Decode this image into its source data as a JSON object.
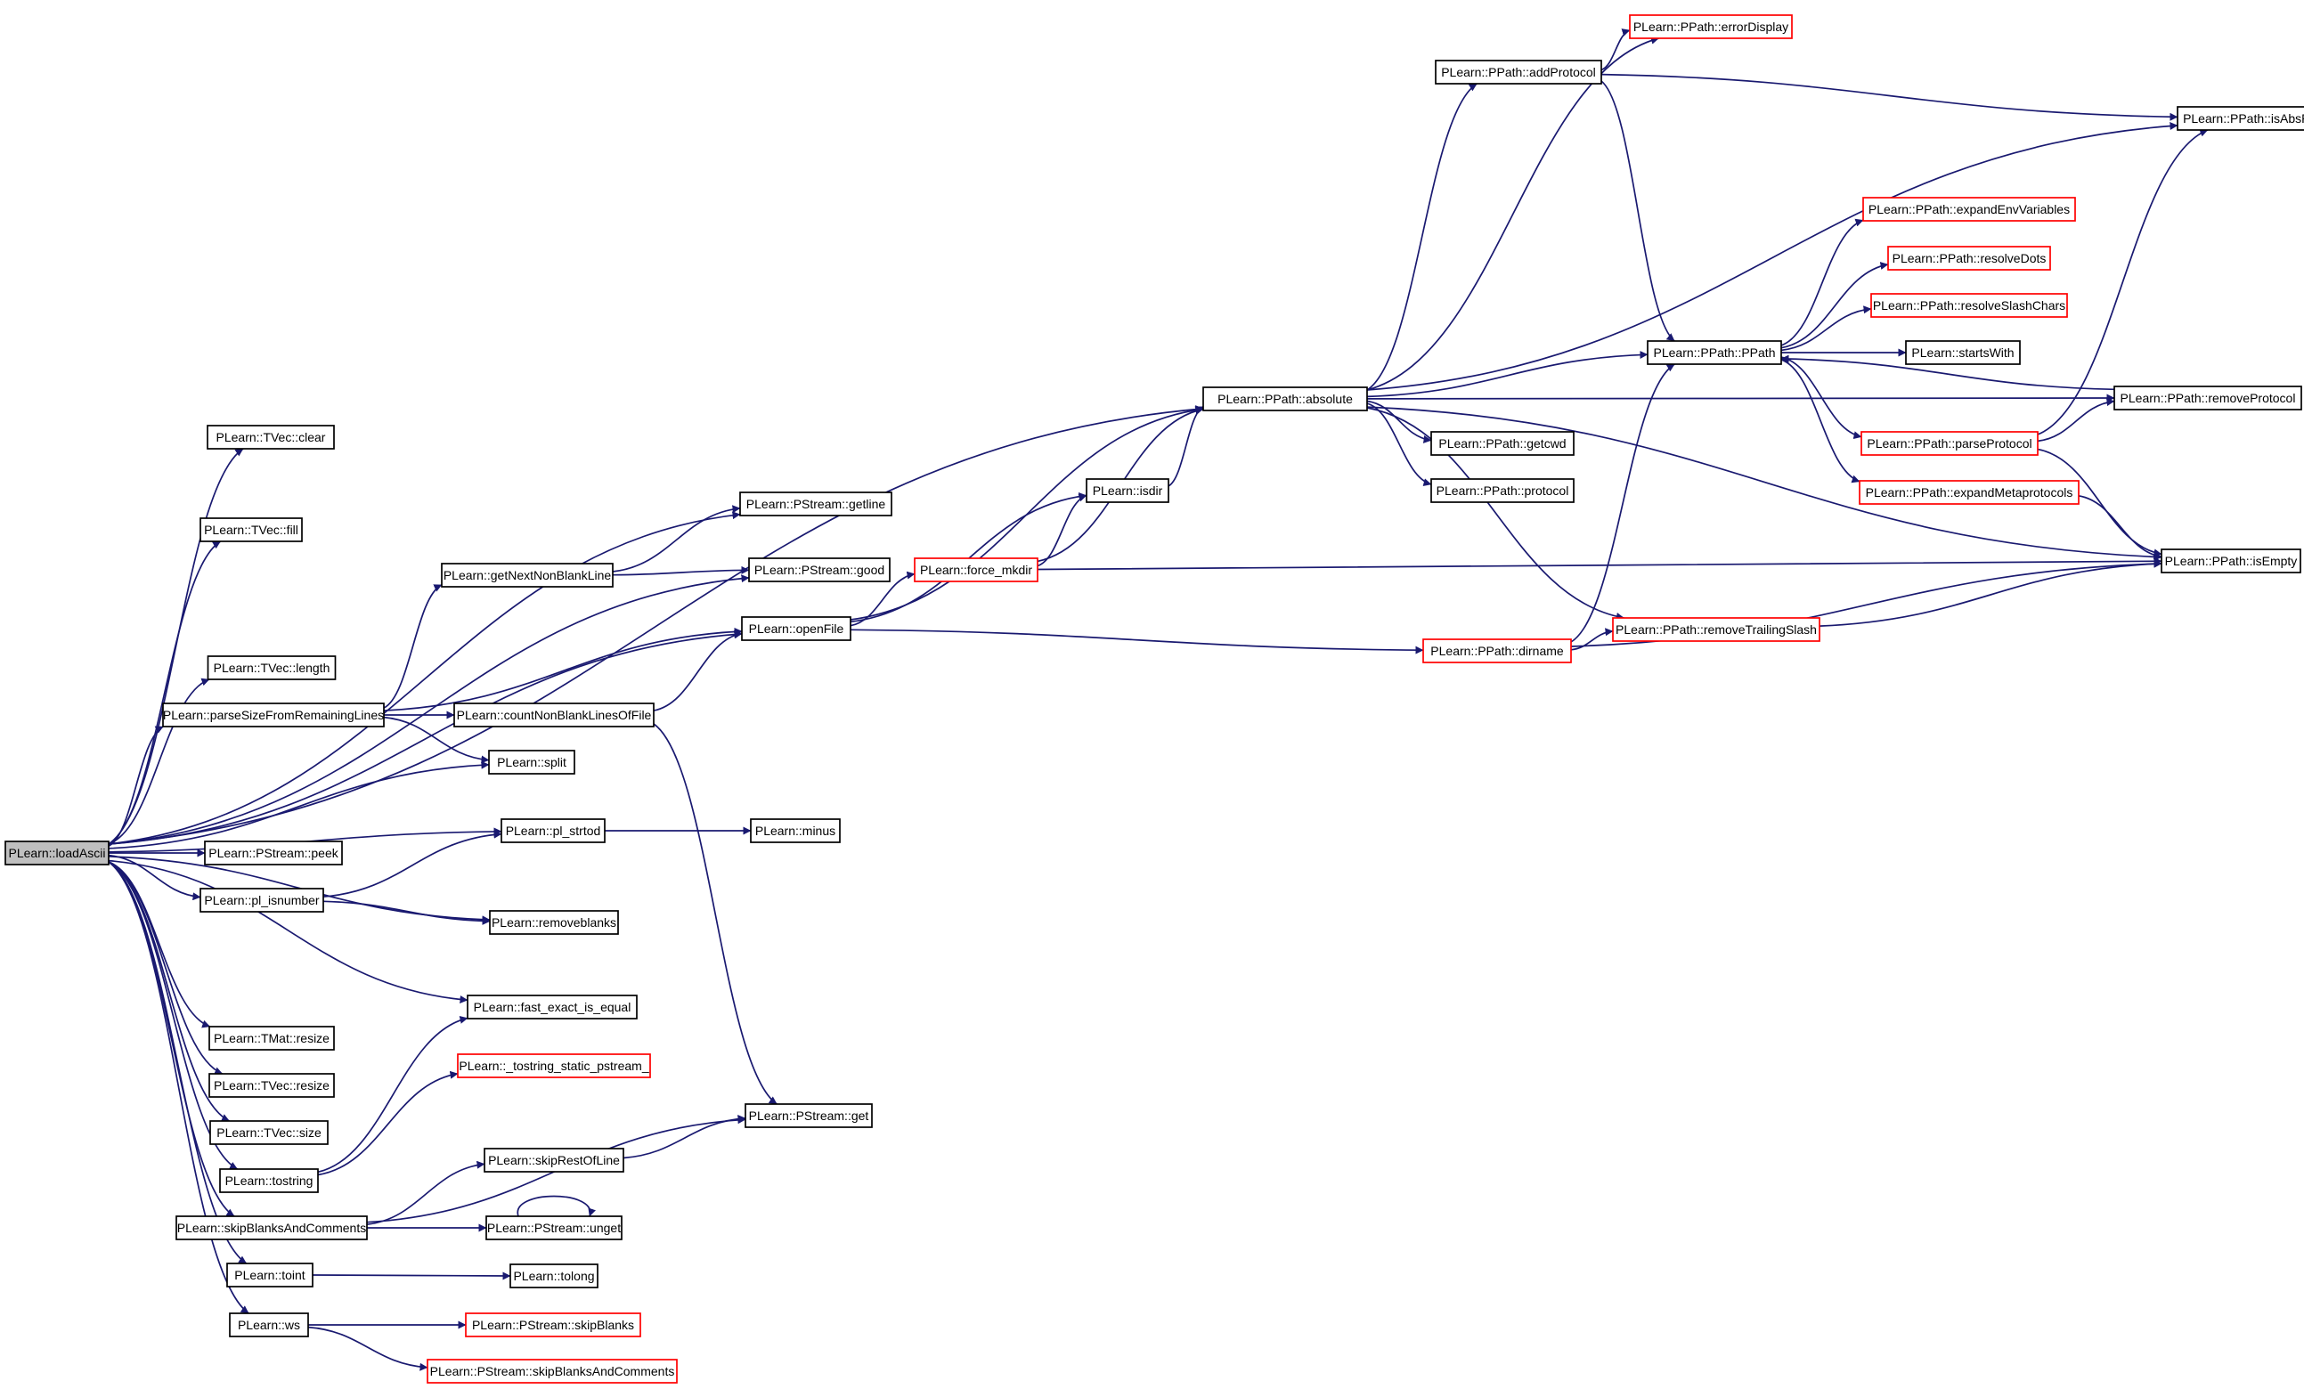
{
  "graph": {
    "colors": {
      "edge": "#191970",
      "node_border": "#000000",
      "node_border_truncated": "#ff0000",
      "root_fill": "#bfbfbf",
      "node_fill": "#ffffff",
      "text": "#000000"
    },
    "nodes": [
      {
        "id": "loadAscii",
        "label": "PLearn::loadAscii",
        "kind": "root"
      },
      {
        "id": "tvec_clear",
        "label": "PLearn::TVec::clear",
        "kind": "normal"
      },
      {
        "id": "tvec_fill",
        "label": "PLearn::TVec::fill",
        "kind": "normal"
      },
      {
        "id": "tvec_length",
        "label": "PLearn::TVec::length",
        "kind": "normal"
      },
      {
        "id": "parseSize",
        "label": "PLearn::parseSizeFromRemainingLines",
        "kind": "normal"
      },
      {
        "id": "pstream_peek",
        "label": "PLearn::PStream::peek",
        "kind": "normal"
      },
      {
        "id": "pl_isnumber",
        "label": "PLearn::pl_isnumber",
        "kind": "normal"
      },
      {
        "id": "tmat_resize",
        "label": "PLearn::TMat::resize",
        "kind": "normal"
      },
      {
        "id": "tvec_resize",
        "label": "PLearn::TVec::resize",
        "kind": "normal"
      },
      {
        "id": "tvec_size",
        "label": "PLearn::TVec::size",
        "kind": "normal"
      },
      {
        "id": "tostring",
        "label": "PLearn::tostring",
        "kind": "normal"
      },
      {
        "id": "skipBlanksAndComments",
        "label": "PLearn::skipBlanksAndComments",
        "kind": "normal"
      },
      {
        "id": "toint",
        "label": "PLearn::toint",
        "kind": "normal"
      },
      {
        "id": "ws",
        "label": "PLearn::ws",
        "kind": "normal"
      },
      {
        "id": "getNextNonBlankLine",
        "label": "PLearn::getNextNonBlankLine",
        "kind": "normal"
      },
      {
        "id": "countNonBlank",
        "label": "PLearn::countNonBlankLinesOfFile",
        "kind": "normal"
      },
      {
        "id": "split",
        "label": "PLearn::split",
        "kind": "normal"
      },
      {
        "id": "pl_strtod",
        "label": "PLearn::pl_strtod",
        "kind": "normal"
      },
      {
        "id": "removeblanks",
        "label": "PLearn::removeblanks",
        "kind": "normal"
      },
      {
        "id": "fast_exact",
        "label": "PLearn::fast_exact_is_equal",
        "kind": "normal"
      },
      {
        "id": "tostring_static",
        "label": "PLearn::_tostring_static_pstream_",
        "kind": "truncated"
      },
      {
        "id": "skipRestOfLine",
        "label": "PLearn::skipRestOfLine",
        "kind": "normal"
      },
      {
        "id": "pstream_unget",
        "label": "PLearn::PStream::unget",
        "kind": "normal"
      },
      {
        "id": "tolong",
        "label": "PLearn::tolong",
        "kind": "normal"
      },
      {
        "id": "skipBlanks",
        "label": "PLearn::PStream::skipBlanks",
        "kind": "truncated"
      },
      {
        "id": "pskipBlanksAndComments",
        "label": "PLearn::PStream::skipBlanksAndComments",
        "kind": "truncated"
      },
      {
        "id": "pstream_getline",
        "label": "PLearn::PStream::getline",
        "kind": "normal"
      },
      {
        "id": "pstream_good",
        "label": "PLearn::PStream::good",
        "kind": "normal"
      },
      {
        "id": "openFile",
        "label": "PLearn::openFile",
        "kind": "normal"
      },
      {
        "id": "minus",
        "label": "PLearn::minus",
        "kind": "normal"
      },
      {
        "id": "pstream_get",
        "label": "PLearn::PStream::get",
        "kind": "normal"
      },
      {
        "id": "isdir",
        "label": "PLearn::isdir",
        "kind": "normal"
      },
      {
        "id": "force_mkdir",
        "label": "PLearn::force_mkdir",
        "kind": "truncated"
      },
      {
        "id": "absolute",
        "label": "PLearn::PPath::absolute",
        "kind": "normal"
      },
      {
        "id": "dirname",
        "label": "PLearn::PPath::dirname",
        "kind": "truncated"
      },
      {
        "id": "getcwd",
        "label": "PLearn::PPath::getcwd",
        "kind": "normal"
      },
      {
        "id": "protocol",
        "label": "PLearn::PPath::protocol",
        "kind": "normal"
      },
      {
        "id": "addProtocol",
        "label": "PLearn::PPath::addProtocol",
        "kind": "normal"
      },
      {
        "id": "errorDisplay",
        "label": "PLearn::PPath::errorDisplay",
        "kind": "truncated"
      },
      {
        "id": "ppath",
        "label": "PLearn::PPath::PPath",
        "kind": "normal"
      },
      {
        "id": "removeTrailingSlash",
        "label": "PLearn::PPath::removeTrailingSlash",
        "kind": "truncated"
      },
      {
        "id": "expandEnv",
        "label": "PLearn::PPath::expandEnvVariables",
        "kind": "truncated"
      },
      {
        "id": "resolveDots",
        "label": "PLearn::PPath::resolveDots",
        "kind": "truncated"
      },
      {
        "id": "resolveSlash",
        "label": "PLearn::PPath::resolveSlashChars",
        "kind": "truncated"
      },
      {
        "id": "startsWith",
        "label": "PLearn::startsWith",
        "kind": "normal"
      },
      {
        "id": "parseProtocol",
        "label": "PLearn::PPath::parseProtocol",
        "kind": "truncated"
      },
      {
        "id": "expandMeta",
        "label": "PLearn::PPath::expandMetaprotocols",
        "kind": "truncated"
      },
      {
        "id": "isAbsPath",
        "label": "PLearn::PPath::isAbsPath",
        "kind": "normal"
      },
      {
        "id": "removeProtocol",
        "label": "PLearn::PPath::removeProtocol",
        "kind": "normal"
      },
      {
        "id": "isEmpty",
        "label": "PLearn::PPath::isEmpty",
        "kind": "normal"
      }
    ],
    "edges": [
      [
        "loadAscii",
        "absolute"
      ],
      [
        "loadAscii",
        "tvec_clear"
      ],
      [
        "loadAscii",
        "pstream_getline"
      ],
      [
        "loadAscii",
        "tvec_fill"
      ],
      [
        "loadAscii",
        "pstream_good"
      ],
      [
        "loadAscii",
        "openFile"
      ],
      [
        "loadAscii",
        "tvec_length"
      ],
      [
        "loadAscii",
        "parseSize"
      ],
      [
        "loadAscii",
        "split"
      ],
      [
        "loadAscii",
        "pl_strtod"
      ],
      [
        "loadAscii",
        "pstream_peek"
      ],
      [
        "loadAscii",
        "pl_isnumber"
      ],
      [
        "loadAscii",
        "removeblanks"
      ],
      [
        "loadAscii",
        "fast_exact"
      ],
      [
        "loadAscii",
        "tmat_resize"
      ],
      [
        "loadAscii",
        "tvec_resize"
      ],
      [
        "loadAscii",
        "tvec_size"
      ],
      [
        "loadAscii",
        "tostring"
      ],
      [
        "loadAscii",
        "skipBlanksAndComments"
      ],
      [
        "loadAscii",
        "toint"
      ],
      [
        "loadAscii",
        "ws"
      ],
      [
        "parseSize",
        "getNextNonBlankLine"
      ],
      [
        "parseSize",
        "openFile"
      ],
      [
        "parseSize",
        "countNonBlank"
      ],
      [
        "parseSize",
        "split"
      ],
      [
        "getNextNonBlankLine",
        "pstream_getline"
      ],
      [
        "getNextNonBlankLine",
        "pstream_good"
      ],
      [
        "countNonBlank",
        "openFile"
      ],
      [
        "countNonBlank",
        "pstream_get"
      ],
      [
        "pl_isnumber",
        "pl_strtod"
      ],
      [
        "pl_isnumber",
        "removeblanks"
      ],
      [
        "pl_strtod",
        "minus"
      ],
      [
        "tostring",
        "fast_exact"
      ],
      [
        "tostring",
        "tostring_static"
      ],
      [
        "skipBlanksAndComments",
        "pstream_get"
      ],
      [
        "skipBlanksAndComments",
        "skipRestOfLine"
      ],
      [
        "skipBlanksAndComments",
        "pstream_unget"
      ],
      [
        "skipRestOfLine",
        "pstream_get"
      ],
      [
        "pstream_unget",
        "pstream_unget"
      ],
      [
        "toint",
        "tolong"
      ],
      [
        "ws",
        "skipBlanks"
      ],
      [
        "ws",
        "pskipBlanksAndComments"
      ],
      [
        "openFile",
        "isdir"
      ],
      [
        "openFile",
        "force_mkdir"
      ],
      [
        "openFile",
        "absolute"
      ],
      [
        "openFile",
        "dirname"
      ],
      [
        "isdir",
        "absolute"
      ],
      [
        "force_mkdir",
        "isdir"
      ],
      [
        "force_mkdir",
        "absolute"
      ],
      [
        "force_mkdir",
        "isEmpty"
      ],
      [
        "absolute",
        "addProtocol"
      ],
      [
        "absolute",
        "errorDisplay"
      ],
      [
        "absolute",
        "ppath"
      ],
      [
        "absolute",
        "getcwd"
      ],
      [
        "absolute",
        "protocol"
      ],
      [
        "absolute",
        "isAbsPath"
      ],
      [
        "absolute",
        "removeTrailingSlash"
      ],
      [
        "absolute",
        "isEmpty"
      ],
      [
        "absolute",
        "removeProtocol"
      ],
      [
        "addProtocol",
        "errorDisplay"
      ],
      [
        "addProtocol",
        "isAbsPath"
      ],
      [
        "addProtocol",
        "ppath"
      ],
      [
        "dirname",
        "removeTrailingSlash"
      ],
      [
        "dirname",
        "ppath"
      ],
      [
        "dirname",
        "isEmpty"
      ],
      [
        "removeTrailingSlash",
        "isEmpty"
      ],
      [
        "ppath",
        "expandEnv"
      ],
      [
        "ppath",
        "resolveDots"
      ],
      [
        "ppath",
        "resolveSlash"
      ],
      [
        "ppath",
        "startsWith"
      ],
      [
        "ppath",
        "parseProtocol"
      ],
      [
        "ppath",
        "expandMeta"
      ],
      [
        "removeProtocol",
        "ppath"
      ],
      [
        "parseProtocol",
        "isAbsPath"
      ],
      [
        "parseProtocol",
        "removeProtocol"
      ],
      [
        "parseProtocol",
        "isEmpty"
      ],
      [
        "expandMeta",
        "isEmpty"
      ]
    ]
  }
}
